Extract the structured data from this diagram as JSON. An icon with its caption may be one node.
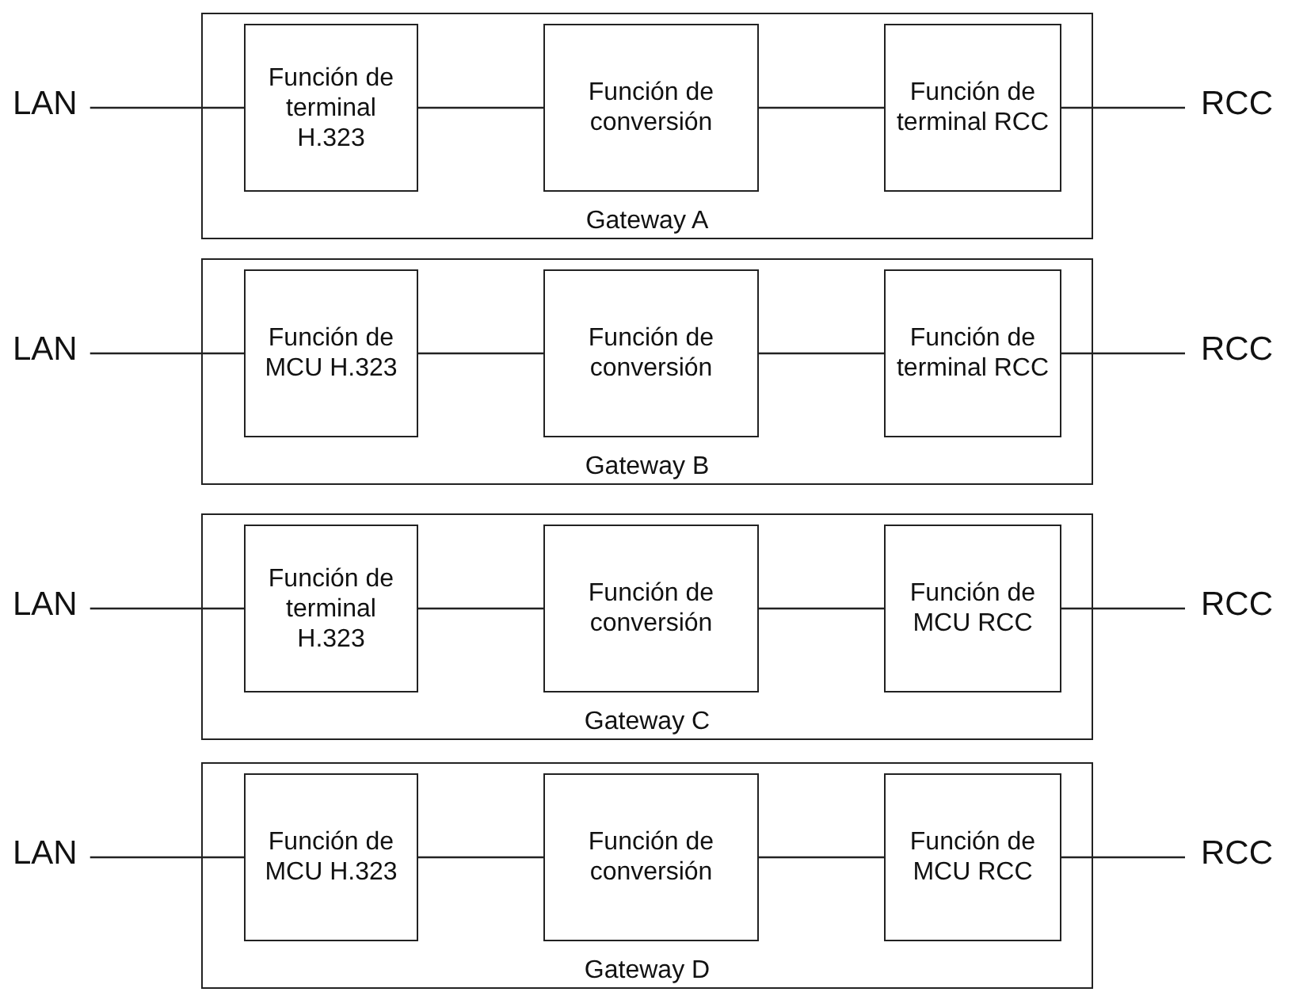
{
  "diagram": {
    "nodes": [
      {
        "text": [
          "LAN"
        ]
      },
      {
        "text": [
          "Gateway A"
        ]
      },
      {
        "text": [
          "Función de terminal H.323"
        ],
        "in": 1
      },
      {
        "text": [
          "Función de conversión"
        ],
        "in": 1
      },
      {
        "text": [
          "Función de terminal RCC"
        ],
        "in": 1
      },
      {
        "text": [
          "RCC"
        ]
      },
      {
        "text": [
          "LAN"
        ]
      },
      {
        "text": [
          "Gateway B"
        ]
      },
      {
        "text": [
          "Función de MCU H.323"
        ],
        "in": 7
      },
      {
        "text": [
          "Función de conversión"
        ],
        "in": 7
      },
      {
        "text": [
          "Función de terminal RCC"
        ],
        "in": 7
      },
      {
        "text": [
          "RCC"
        ]
      },
      {
        "text": [
          "LAN"
        ]
      },
      {
        "text": [
          "Gateway C"
        ]
      },
      {
        "text": [
          "Función de terminal H.323"
        ],
        "in": 13
      },
      {
        "text": [
          "Función de conversión"
        ],
        "in": 13
      },
      {
        "text": [
          "Función de MCU RCC"
        ],
        "in": 13
      },
      {
        "text": [
          "RCC"
        ]
      },
      {
        "text": [
          "LAN"
        ]
      },
      {
        "text": [
          "Gateway D"
        ]
      },
      {
        "text": [
          "Función de MCU H.323"
        ],
        "in": 19
      },
      {
        "text": [
          "Función de conversión"
        ],
        "in": 19
      },
      {
        "text": [
          "Función de MCU RCC"
        ],
        "in": 19
      },
      {
        "text": [
          "RCC"
        ]
      }
    ],
    "edges": [
      {
        "from": 0,
        "to": 2,
        "arrow": "none"
      },
      {
        "from": 2,
        "to": 3,
        "arrow": "none"
      },
      {
        "from": 3,
        "to": 4,
        "arrow": "none"
      },
      {
        "from": 4,
        "to": 5,
        "arrow": "none"
      },
      {
        "from": 6,
        "to": 8,
        "arrow": "none"
      },
      {
        "from": 8,
        "to": 9,
        "arrow": "none"
      },
      {
        "from": 9,
        "to": 10,
        "arrow": "none"
      },
      {
        "from": 10,
        "to": 11,
        "arrow": "none"
      },
      {
        "from": 12,
        "to": 14,
        "arrow": "none"
      },
      {
        "from": 14,
        "to": 15,
        "arrow": "none"
      },
      {
        "from": 15,
        "to": 16,
        "arrow": "none"
      },
      {
        "from": 16,
        "to": 17,
        "arrow": "none"
      },
      {
        "from": 18,
        "to": 20,
        "arrow": "none"
      },
      {
        "from": 20,
        "to": 21,
        "arrow": "none"
      },
      {
        "from": 21,
        "to": 22,
        "arrow": "none"
      },
      {
        "from": 22,
        "to": 23,
        "arrow": "none"
      }
    ]
  }
}
